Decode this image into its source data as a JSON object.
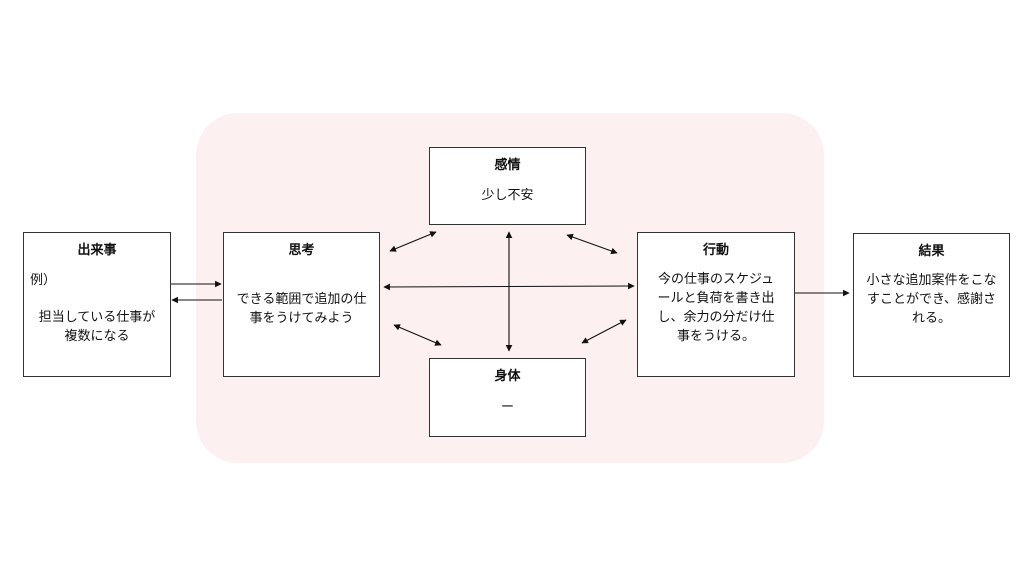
{
  "nodes": {
    "event": {
      "title": "出来事",
      "example": "例）",
      "body": "担当している仕事が複数になる"
    },
    "thought": {
      "title": "思考",
      "body": "できる範囲で追加の仕事をうけてみよう"
    },
    "emotion": {
      "title": "感情",
      "body": "少し不安"
    },
    "body_node": {
      "title": "身体",
      "body": "ー"
    },
    "action": {
      "title": "行動",
      "body": "今の仕事のスケジュールと負荷を書き出し、余力の分だけ仕事をうける。"
    },
    "result": {
      "title": "結果",
      "body": "小さな追加案件をこなすことができ、感謝される。"
    }
  },
  "colors": {
    "panel": "#fcf0f0",
    "border": "#333333",
    "arrow": "#111111"
  }
}
